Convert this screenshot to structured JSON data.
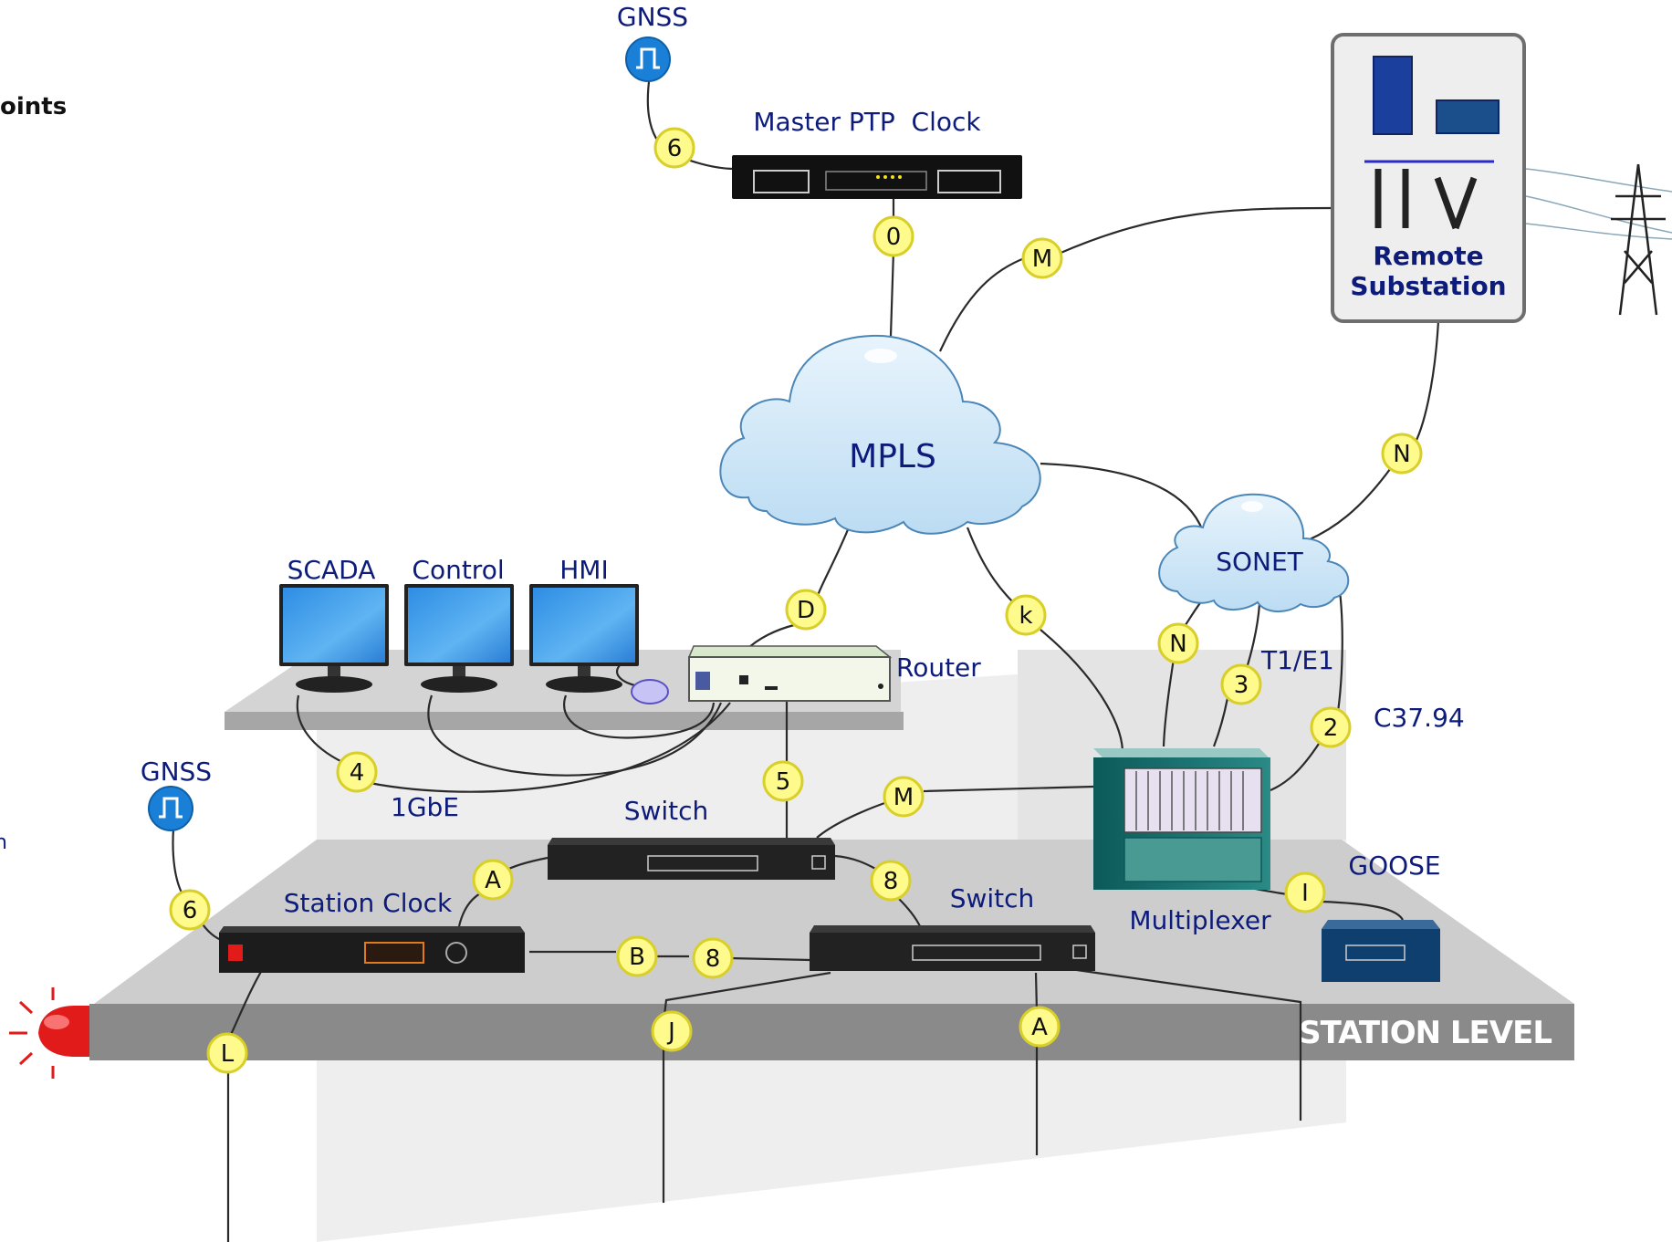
{
  "labels": {
    "gnss_top": "GNSS",
    "gnss_left": "GNSS",
    "master_ptp_clock": "Master PTP  Clock",
    "mpls": "MPLS",
    "sonet": "SONET",
    "scada": "SCADA",
    "control": "Control",
    "hmi": "HMI",
    "router": "Router",
    "switch_top": "Switch",
    "switch_bottom": "Switch",
    "station_clock": "Station Clock",
    "multiplexer": "Multiplexer",
    "goose": "GOOSE",
    "t1e1": "T1/E1",
    "c3794": "C37.94",
    "gbe": "1GbE",
    "remote_substation_line1": "Remote",
    "remote_substation_line2": "Substation",
    "station_level": "STATION LEVEL",
    "cut_off_text": "oints",
    "cut_off_n": "n"
  },
  "markers": [
    {
      "id": "gnss-top-6",
      "text": "6"
    },
    {
      "id": "ptp-0",
      "text": "0"
    },
    {
      "id": "remote-m",
      "text": "M"
    },
    {
      "id": "remote-n",
      "text": "N"
    },
    {
      "id": "router-d",
      "text": "D"
    },
    {
      "id": "mux-k",
      "text": "k"
    },
    {
      "id": "mux-n",
      "text": "N"
    },
    {
      "id": "mux-3",
      "text": "3"
    },
    {
      "id": "mux-2",
      "text": "2"
    },
    {
      "id": "hmi-4",
      "text": "4"
    },
    {
      "id": "router-5",
      "text": "5"
    },
    {
      "id": "switch-m",
      "text": "M"
    },
    {
      "id": "clock-a",
      "text": "A"
    },
    {
      "id": "switch-8-top",
      "text": "8"
    },
    {
      "id": "goose-i",
      "text": "I"
    },
    {
      "id": "gnss-left-6",
      "text": "6"
    },
    {
      "id": "clock-b",
      "text": "B"
    },
    {
      "id": "switch-8-bottom",
      "text": "8"
    },
    {
      "id": "bus-j",
      "text": "J"
    },
    {
      "id": "bus-a",
      "text": "A"
    },
    {
      "id": "bus-l",
      "text": "L"
    }
  ],
  "colors": {
    "label": "#0d1b7a",
    "bubble_fill": "#fffa8c",
    "bubble_stroke": "#d9cf2a",
    "cloud": "#cfe6f7",
    "monitor": "#3a9be8",
    "station_bar": "#8a8a8a",
    "alarm": "#e11a1a",
    "gnss": "#1a7fd6"
  }
}
